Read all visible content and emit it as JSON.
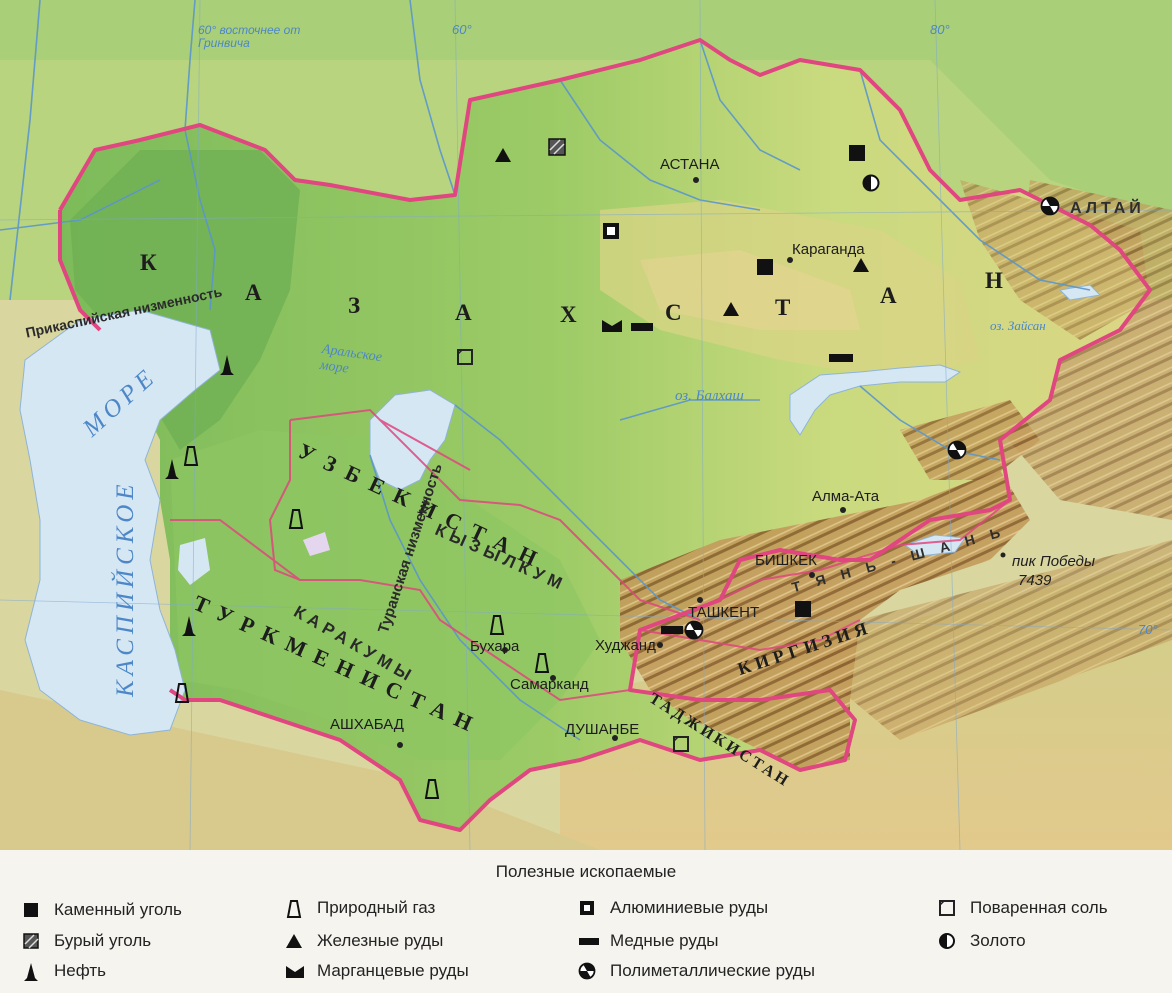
{
  "map": {
    "cities": {
      "astana": "АСТАНА",
      "karaganda": "Караганда",
      "alma_ata": "Алма-Ата",
      "bishkek": "БИШКЕК",
      "tashkent": "ТАШКЕНТ",
      "khudzhand": "Худжанд",
      "bukhara": "Бухара",
      "samarkand": "Самарканд",
      "dushanbe": "ДУШАНБЕ",
      "ashkhabad": "АШХАБАД"
    },
    "countries": {
      "kazakhstan": [
        "К",
        "А",
        "З",
        "А",
        "Х",
        "С",
        "Т",
        "А",
        "Н"
      ],
      "uzbekistan": "УЗБЕКИСТАН",
      "turkmenistan": "ТУРКМЕНИСТАН",
      "kyrgyzstan": "КИРГИЗИЯ",
      "tajikistan": "ТАДЖИКИСТАН"
    },
    "seas": {
      "caspian_1": "КАСПИЙСКОЕ",
      "caspian_2": "МОРЕ",
      "aral": "Аральское море",
      "balkhash": "оз. Балхаш",
      "zaisan": "оз. Зайсан"
    },
    "regions": {
      "caspian_lowland": "Прикаспийская низменность",
      "turan_lowland": "Туранская низменность",
      "kyzylkum": "КЫЗЫЛКУМ",
      "karakum": "КАРАКУМЫ",
      "altai": "АЛТАЙ",
      "tien_shan": "Т Я Н Ь - Ш А Н Ь"
    },
    "peak": {
      "name": "пик Победы",
      "height": "7439"
    },
    "grid": {
      "lon_60": "60°",
      "lon_80": "80°",
      "lon_70": "70°",
      "greenwich": "60° восточнее от Гринвича"
    },
    "colors": {
      "border_main": "#e0467f",
      "lowland": "#7cbd5c",
      "plain": "#c2d97a",
      "upland": "#e0d58a",
      "mountain": "#b59052",
      "water": "#d5e6f3",
      "river": "#5a96cc"
    }
  },
  "legend": {
    "title": "Полезные ископаемые",
    "items": [
      {
        "icon": "coal-icon",
        "label": "Каменный уголь"
      },
      {
        "icon": "brown-coal-icon",
        "label": "Бурый уголь"
      },
      {
        "icon": "oil-icon",
        "label": "Нефть"
      },
      {
        "icon": "gas-icon",
        "label": "Природный газ"
      },
      {
        "icon": "iron-icon",
        "label": "Железные руды"
      },
      {
        "icon": "manganese-icon",
        "label": "Марганцевые руды"
      },
      {
        "icon": "aluminium-icon",
        "label": "Алюминиевые руды"
      },
      {
        "icon": "copper-icon",
        "label": "Медные руды"
      },
      {
        "icon": "polymetal-icon",
        "label": "Полиметаллические руды"
      },
      {
        "icon": "salt-icon",
        "label": "Поваренная соль"
      },
      {
        "icon": "gold-icon",
        "label": "Золото"
      }
    ]
  }
}
